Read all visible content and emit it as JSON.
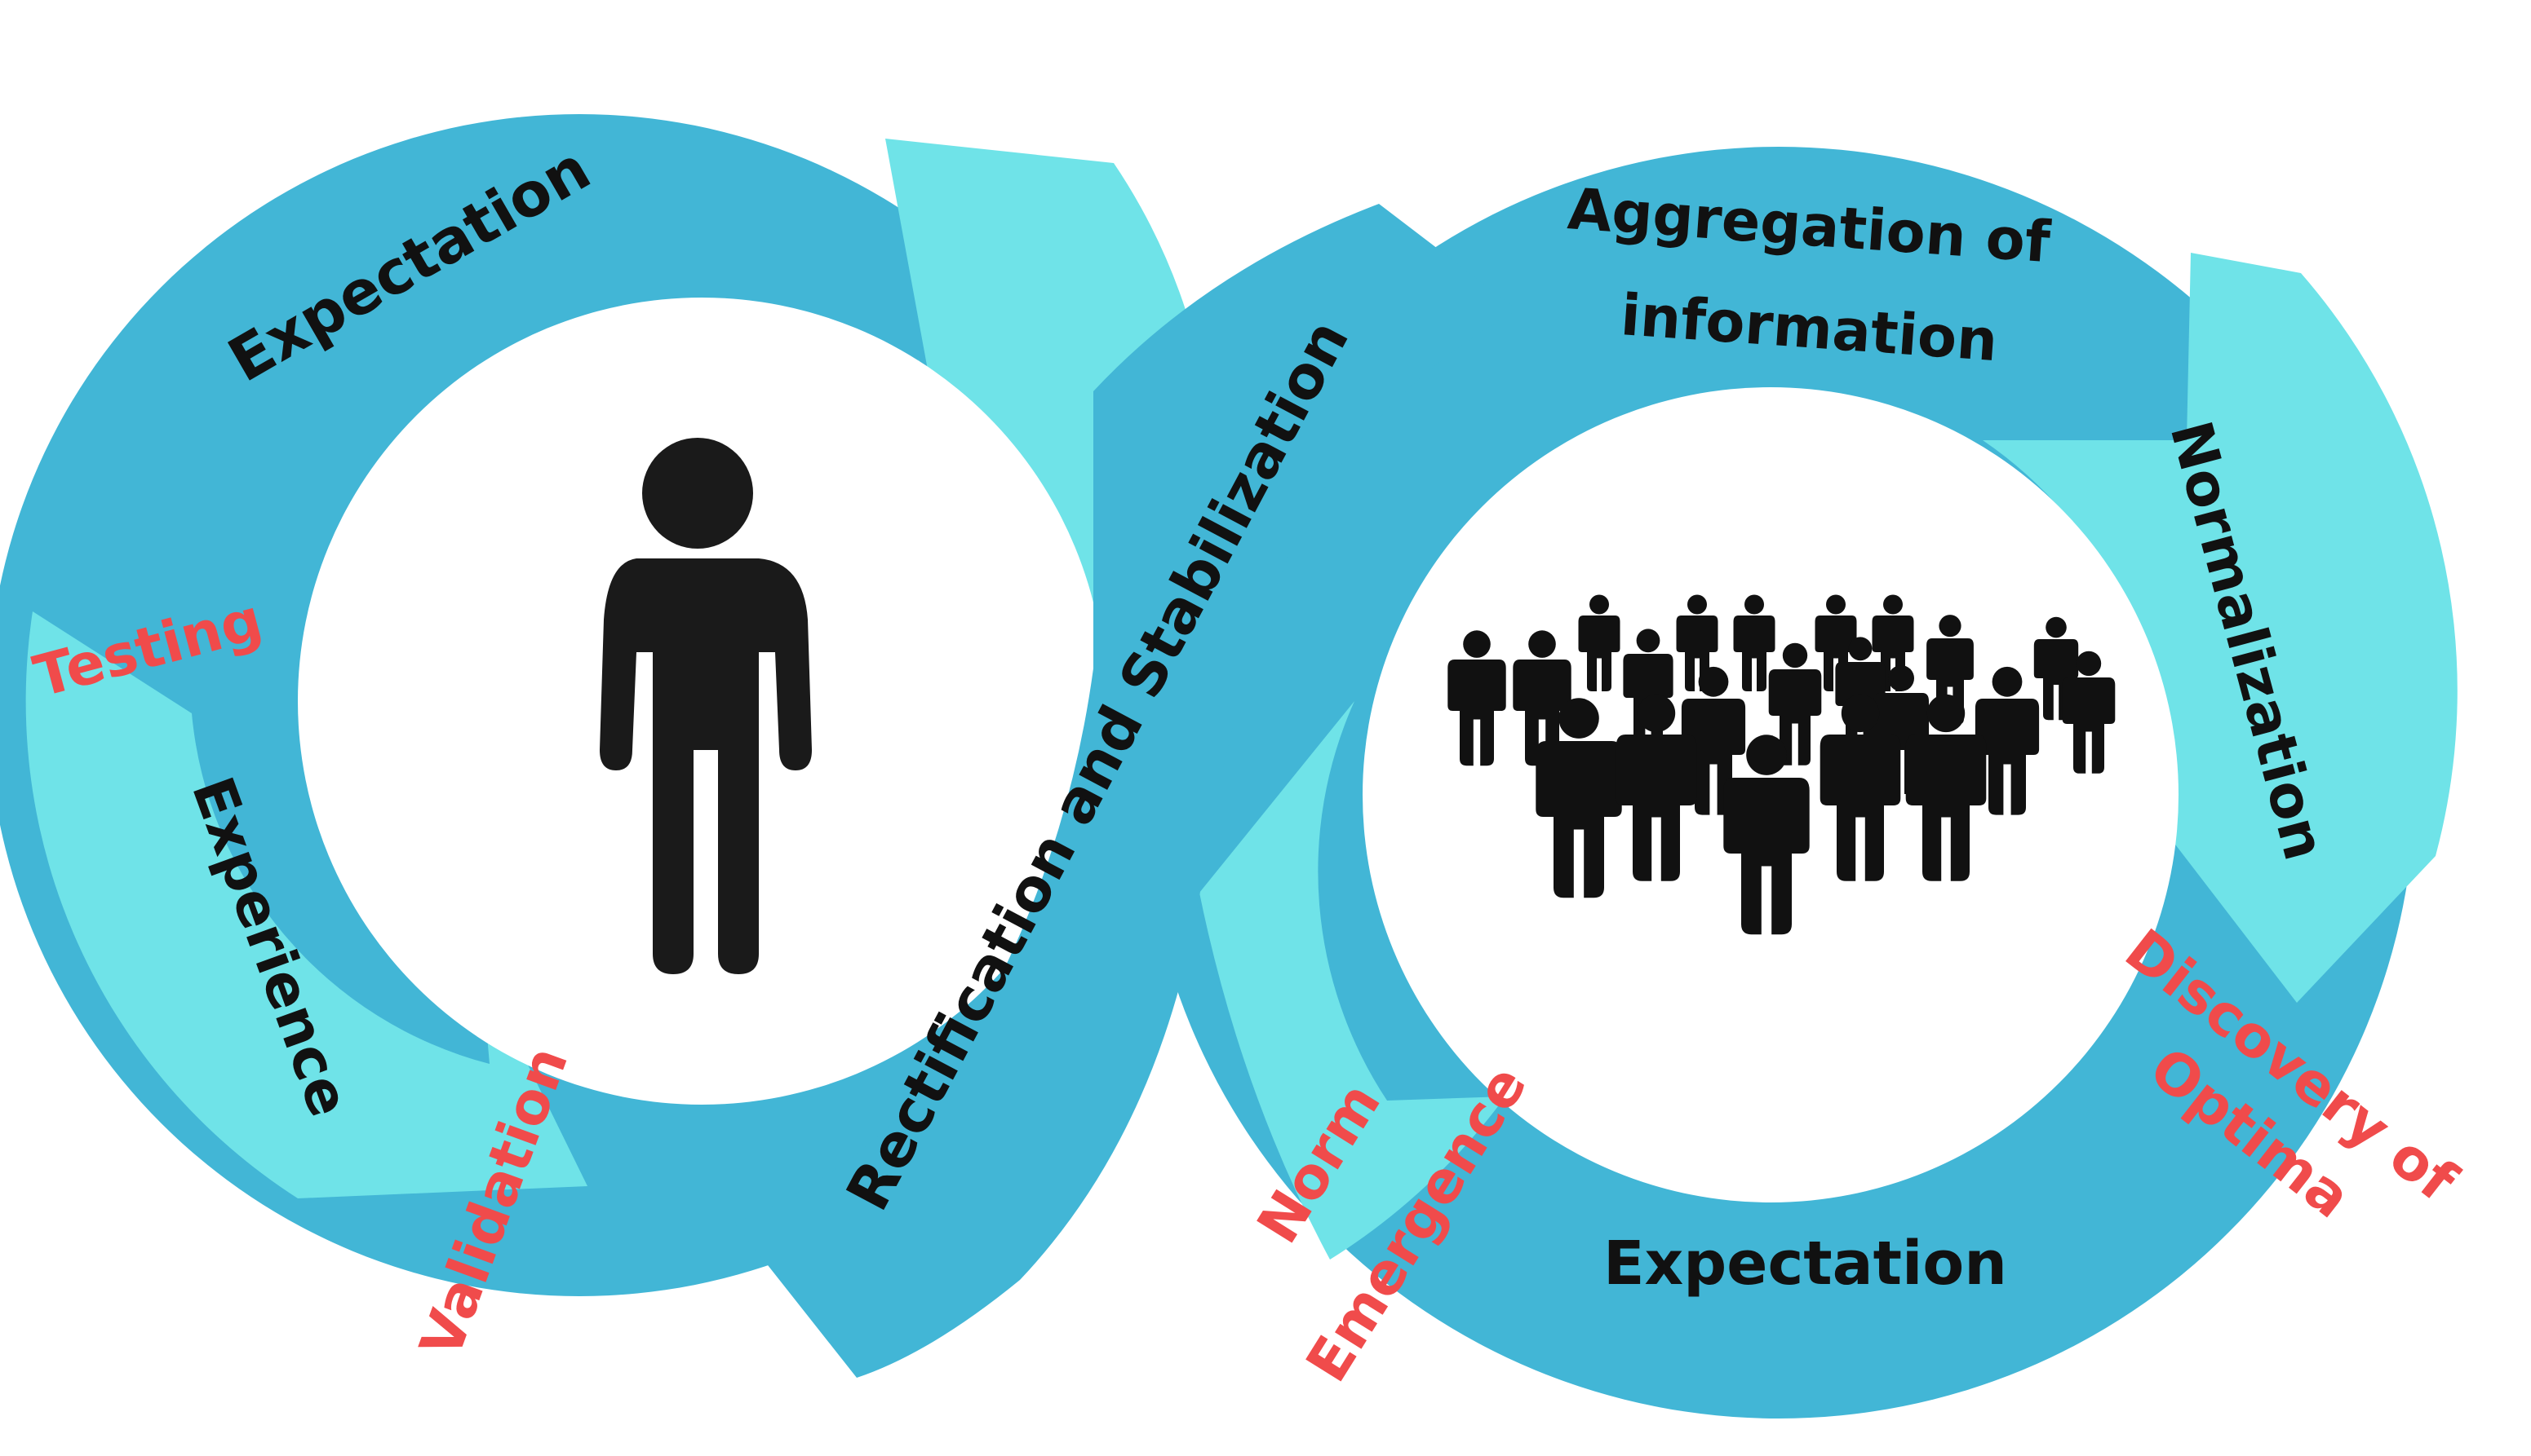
{
  "colors": {
    "ring_dark": "#42b6d6",
    "ring_light": "#6fe3e8",
    "label_black": "#111111",
    "label_red": "#f04b4b",
    "figure": "#1a1a1a"
  },
  "icons": {
    "individual": "person-icon",
    "group": "crowd-icon"
  },
  "left_loop": {
    "expectation": "Expectation",
    "testing": "Testing",
    "experience": "Experience",
    "validation": "Validation"
  },
  "center": {
    "rectification": "Rectification and Stabilization"
  },
  "right_loop": {
    "aggregation_line1": "Aggregation of",
    "aggregation_line2": "information",
    "normalization": "Normalization",
    "discovery_line1": "Discovery of",
    "discovery_line2": "Optima",
    "expectation": "Expectation",
    "norm_line1": "Norm",
    "norm_line2": "Emergence"
  }
}
